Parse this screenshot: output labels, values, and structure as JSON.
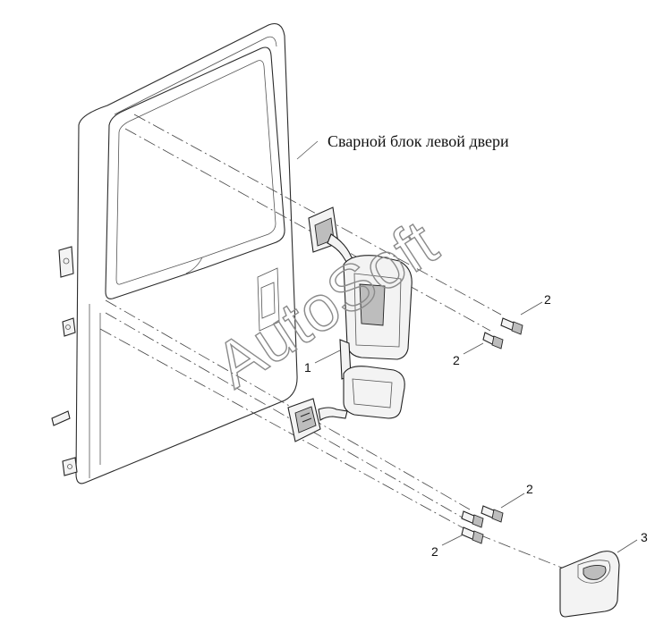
{
  "diagram": {
    "title_label": "Сварной блок левой двери",
    "callouts": [
      "1",
      "2",
      "2",
      "2",
      "2",
      "3"
    ],
    "watermark": "AutoSoft"
  },
  "colors": {
    "line": "#2b2b2b",
    "background": "#ffffff",
    "watermark": "#8a8a8a"
  }
}
